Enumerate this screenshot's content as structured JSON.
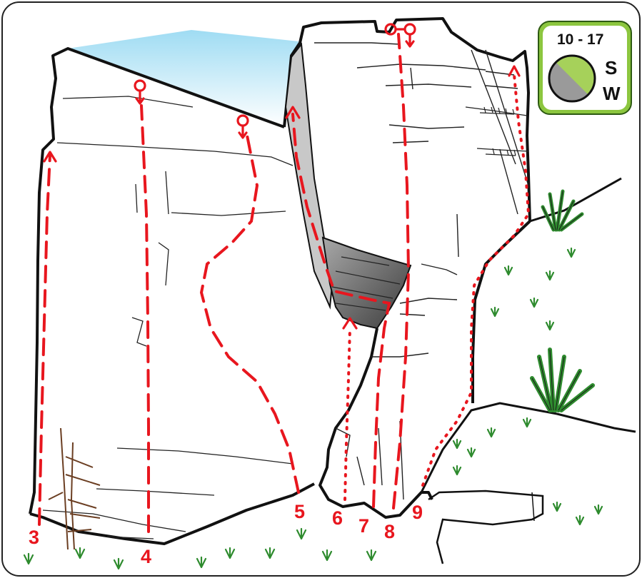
{
  "topo": {
    "routes": [
      {
        "number": "3",
        "line_style": "dashed",
        "end": "arrow"
      },
      {
        "number": "4",
        "line_style": "dashed",
        "end": "lower-off"
      },
      {
        "number": "5",
        "line_style": "dashed",
        "end": "lower-off"
      },
      {
        "number": "6",
        "line_style": "dotted",
        "end": "arrow"
      },
      {
        "number": "7",
        "line_style": "dashed",
        "end": "arrow"
      },
      {
        "number": "8",
        "line_style": "dashed",
        "end": "double-bolt-anchor"
      },
      {
        "number": "9",
        "line_style": "dotted",
        "end": "arrow"
      }
    ],
    "sun_badge": {
      "time": "10 - 17",
      "aspect_primary": "S",
      "aspect_secondary": "W",
      "frame_color": "#8cc63f",
      "sun_color": "#a6d15a",
      "shade_color": "#9a9a9a"
    },
    "colors": {
      "route_line": "#e8161e",
      "sky": "#bfe9f7",
      "roof_shade": "#6b6b6b",
      "flake_shade": "#c8c8c8",
      "tree": "#6b3e22",
      "grass": "#2e8b2e"
    }
  }
}
